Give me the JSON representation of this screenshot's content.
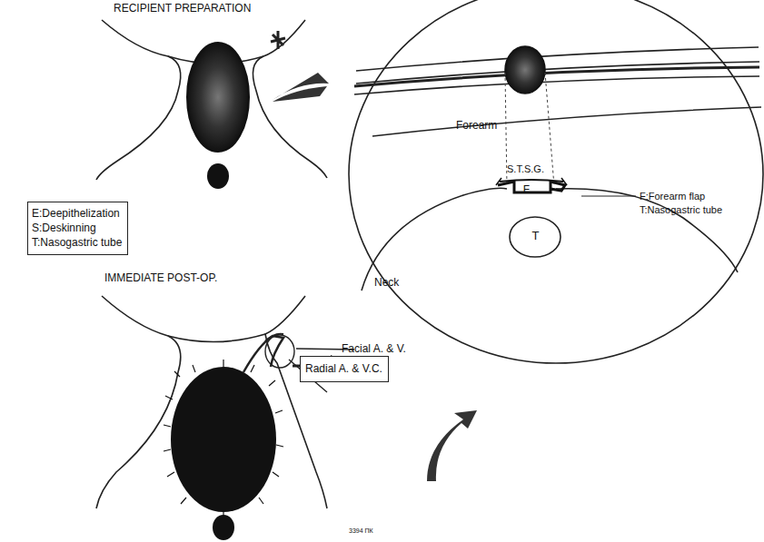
{
  "diagram": {
    "nodes": [
      {
        "text": [
          "E:Deepithelization",
          "S:Deskinning",
          "T:Nasogastric tube"
        ]
      },
      {
        "text": [
          "F"
        ]
      },
      {
        "text": [
          "T"
        ]
      },
      {
        "text": [
          "Radial A. & V.C."
        ]
      }
    ],
    "labels": [
      "RECIPIENT PREPARATION",
      "IMMEDIATE POST-OP.",
      "Forearm",
      "S.T.S.G.",
      "F:Forearm flap",
      "T:Nasogastric tube",
      "Neck",
      "Facial A. & V.",
      "3394 ПК"
    ]
  }
}
